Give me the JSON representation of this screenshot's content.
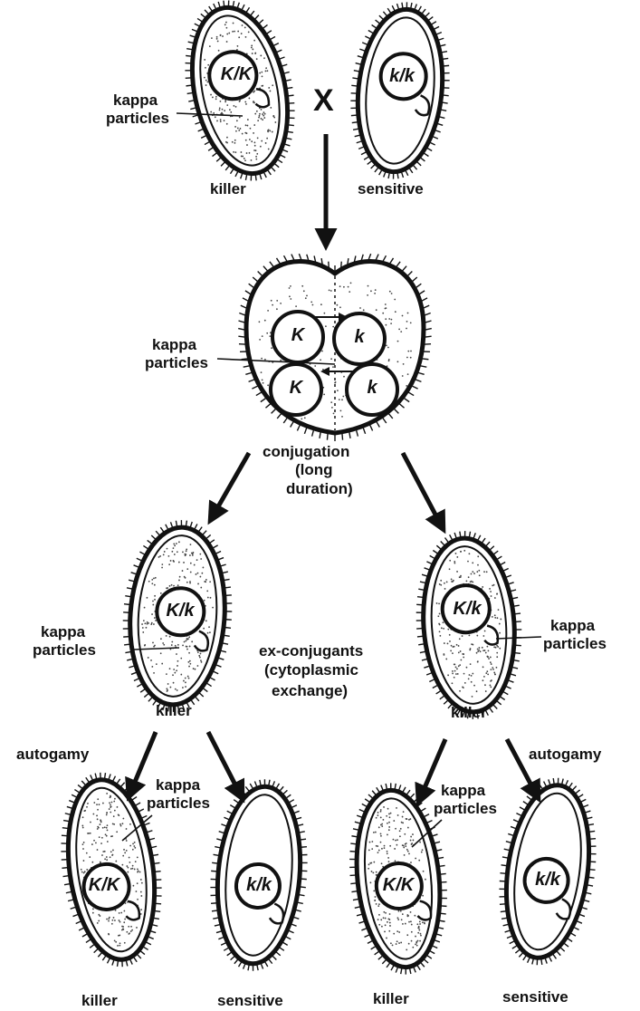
{
  "parents": {
    "left": {
      "genotype": "K/K",
      "label": "killer",
      "particles_label": [
        "kappa",
        "particles"
      ]
    },
    "cross_symbol": "X",
    "right": {
      "genotype": "k/k",
      "label": "sensitive"
    }
  },
  "conjugation": {
    "nuclei": [
      "K",
      "k",
      "K",
      "k"
    ],
    "particles_label": [
      "kappa",
      "particles"
    ],
    "caption": [
      "conjugation",
      "(long",
      "duration)"
    ]
  },
  "exconjugants": {
    "left": {
      "genotype": "K/k",
      "label": "killer",
      "particles_label": [
        "kappa",
        "particles"
      ]
    },
    "right": {
      "genotype": "K/k",
      "label": "killer",
      "particles_label": [
        "kappa",
        "particles"
      ]
    },
    "caption": [
      "ex-conjugants",
      "(cytoplasmic",
      "exchange)"
    ]
  },
  "autogamy_labels": [
    "autogamy",
    "autogamy"
  ],
  "progeny": [
    {
      "genotype": "K/K",
      "label": "killer"
    },
    {
      "genotype": "k/k",
      "label": "sensitive"
    },
    {
      "genotype": "K/K",
      "label": "killer"
    },
    {
      "genotype": "k/k",
      "label": "sensitive"
    }
  ],
  "progeny_particles_labels": [
    [
      "kappa",
      "particles"
    ],
    [
      "kappa",
      "particles"
    ]
  ]
}
